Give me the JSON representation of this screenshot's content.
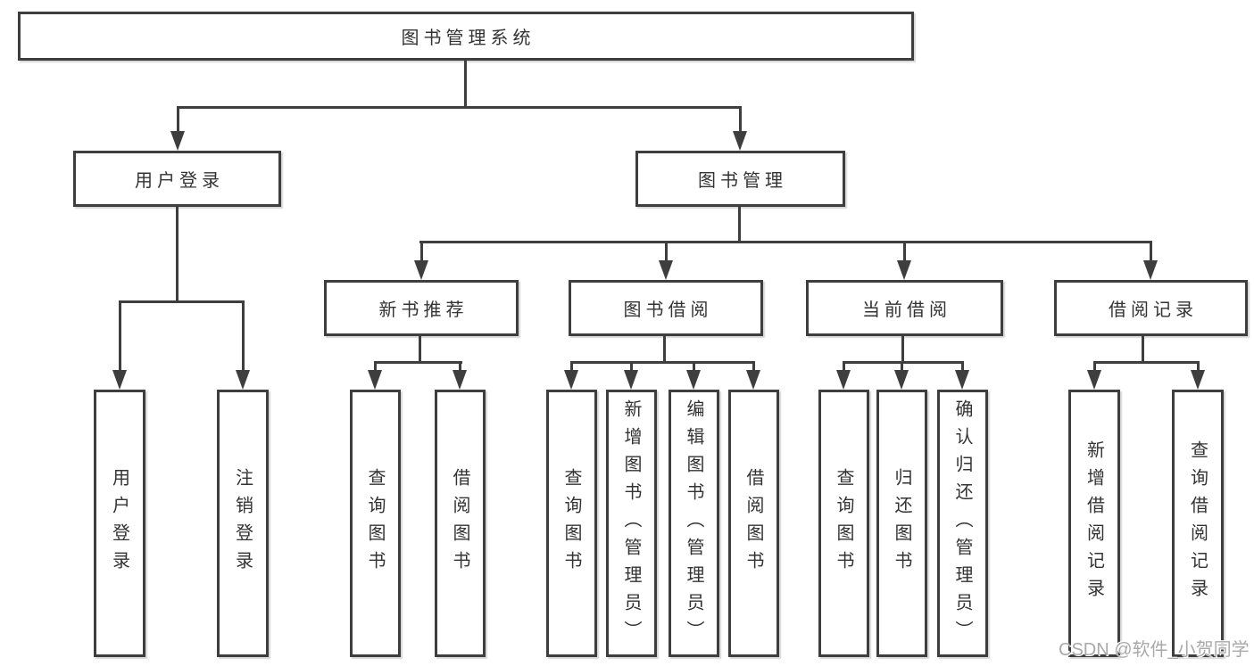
{
  "diagram_title": "图书管理系统",
  "colors": {
    "line": "#3e3e3e",
    "text": "#333333",
    "box_background": "#ffffff",
    "watermark": "#a9a9a9",
    "page_background": "#ffffff"
  },
  "root": {
    "label": "图书管理系统"
  },
  "branches": [
    {
      "label": "用户登录",
      "children": [
        {
          "label": "用户登录"
        },
        {
          "label": "注销登录"
        }
      ]
    },
    {
      "label": "图书管理",
      "groups": [
        {
          "label": "新书推荐",
          "children": [
            {
              "label": "查询图书"
            },
            {
              "label": "借阅图书"
            }
          ]
        },
        {
          "label": "图书借阅",
          "children": [
            {
              "label": "查询图书"
            },
            {
              "label": "新增图书（管理员）"
            },
            {
              "label": "编辑图书（管理员）"
            },
            {
              "label": "借阅图书"
            }
          ]
        },
        {
          "label": "当前借阅",
          "children": [
            {
              "label": "查询图书"
            },
            {
              "label": "归还图书"
            },
            {
              "label": "确认归还（管理员）"
            }
          ]
        },
        {
          "label": "借阅记录",
          "children": [
            {
              "label": "新增借阅记录"
            },
            {
              "label": "查询借阅记录"
            }
          ]
        }
      ]
    }
  ],
  "watermark": "CSDN @软件_小贺同学"
}
